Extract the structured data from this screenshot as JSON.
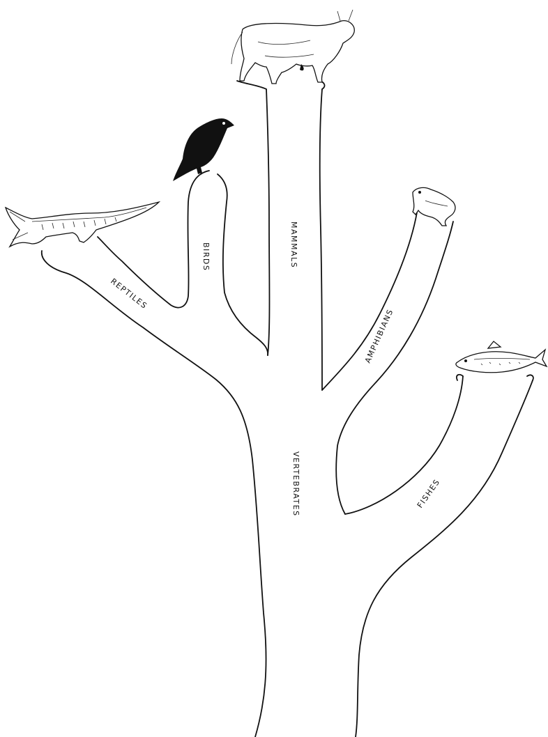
{
  "diagram": {
    "labels": {
      "mammals": "MAMMALS",
      "birds": "BIRDS",
      "reptiles": "REPTILES",
      "amphibians": "AMPHIBIANS",
      "fishes": "FISHES",
      "trunk": "VERTEBRATES"
    },
    "icons": {
      "mammal": "cow-icon",
      "bird": "crow-icon",
      "reptile": "crocodile-icon",
      "amphibian": "frog-icon",
      "fish": "fish-icon"
    },
    "colors": {
      "ink": "#111111",
      "paper": "#ffffff"
    }
  }
}
